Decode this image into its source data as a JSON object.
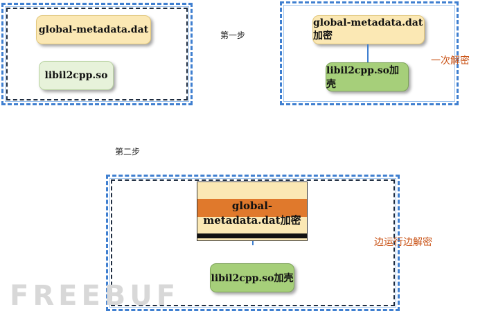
{
  "top_left": {
    "node_a": "global-metadata.dat",
    "node_b": "libil2cpp.so"
  },
  "top_right": {
    "node_a": "global-metadata.dat加密",
    "node_b": "libil2cpp.so加壳",
    "side_label": "一次解密"
  },
  "edges": {
    "first_step": "第一步",
    "second_step": "第二步"
  },
  "bottom": {
    "stack_label": "global-metadata.dat加密",
    "node_b": "libil2cpp.so加壳",
    "side_label": "边运行边解密"
  },
  "watermark": "FREEBUF",
  "colors": {
    "panel_border": "#3f7fd0",
    "yellow_node": "#fbe8b4",
    "green_node": "#a6cf7a",
    "orange_band": "#e0792c",
    "label_orange": "#c84f11"
  }
}
